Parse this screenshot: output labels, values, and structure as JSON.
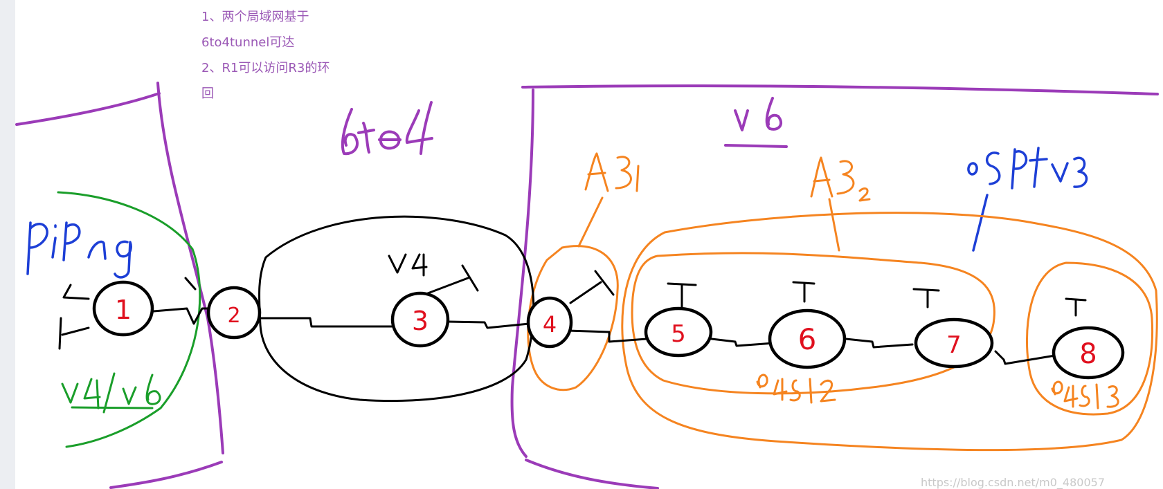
{
  "notes": [
    "1、两个局域网基于",
    "6to4tunnel可达",
    "2、R1可以访问R3的环",
    "回"
  ],
  "labels": {
    "ripng": "RiPng",
    "v4v6": "v4/v6",
    "sixtofour": "6to4",
    "v4": "v4",
    "v6": "v6",
    "as1": "AS1",
    "as2": "AS2",
    "ospfv3": "OSPFv3",
    "as64512": "64512",
    "as64513": "64513"
  },
  "routers": [
    "1",
    "2",
    "3",
    "4",
    "5",
    "6",
    "7",
    "8"
  ],
  "watermark": "https://blog.csdn.net/m0_480057",
  "colors": {
    "purple": "#9b3bb8",
    "green": "#1a9e2a",
    "blue": "#1d3fd6",
    "orange": "#f58420",
    "red": "#e0101e",
    "black": "#000000",
    "notes": "#9b59b6"
  }
}
